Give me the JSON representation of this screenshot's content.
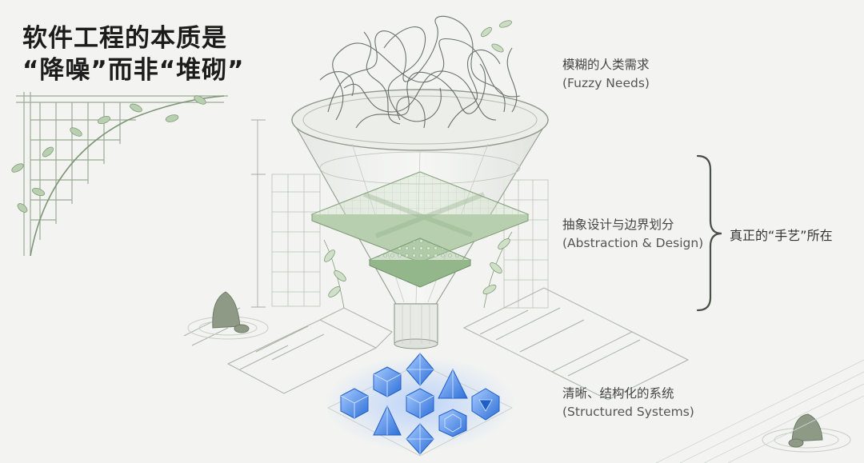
{
  "title": {
    "line1": "软件工程的本质是",
    "line2": "“降噪”而非“堆砌”"
  },
  "stages": {
    "top": {
      "zh": "模糊的人类需求",
      "en": "(Fuzzy Needs)"
    },
    "middle": {
      "zh": "抽象设计与边界划分",
      "en": "(Abstraction & Design)"
    },
    "bottom": {
      "zh": "清晰、结构化的系统",
      "en": "(Structured Systems)"
    }
  },
  "bracket_label": "真正的“手艺”所在",
  "colors": {
    "background": "#f3f4f1",
    "line": "#8f9a8a",
    "green_accent": "#7fa87a",
    "crystal_blue": "#3d7fe0"
  }
}
